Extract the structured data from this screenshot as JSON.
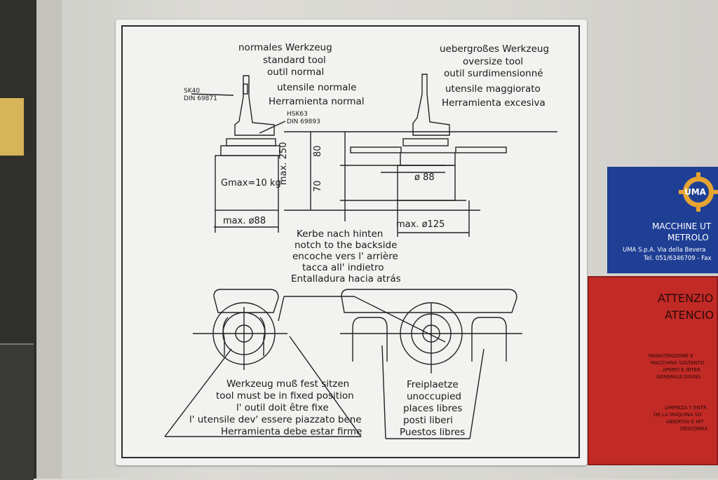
{
  "plate": {
    "standard_tool": [
      "normales Werkzeug",
      "standard tool",
      "outil normal",
      "utensile normale",
      "Herramienta normal"
    ],
    "oversize_tool": [
      "uebergroßes Werkzeug",
      "oversize tool",
      "outil surdimensionné",
      "utensile maggiorato",
      "Herramienta excesiva"
    ],
    "sk40": [
      "SK40",
      "DIN 69871"
    ],
    "hsk63": [
      "HSK63",
      "DIN 69893"
    ],
    "gmax": "Gmax=10 kg",
    "max250": "max. 250",
    "dim80": "80",
    "dim70": "70",
    "d88": "ø 88",
    "max_d88": "max. ø88",
    "max_d125": "max. ø125",
    "notch": [
      "Kerbe nach hinten",
      "notch to the backside",
      "encoche vers l' arrière",
      "tacca all' indietro",
      "Entalladura hacia atrás"
    ],
    "fixed": [
      "Werkzeug muß fest sitzen",
      "tool must be in fixed position",
      "l' outil doit être fixe",
      "l' utensile dev' essere piazzato bene",
      "Herramienta debe estar firme"
    ],
    "free": [
      "Freiplaetze",
      "unoccupied",
      "places libres",
      "posti liberi",
      "Puestos libres"
    ]
  },
  "blue_label": {
    "brand": "UMA",
    "line1": "MACCHINE UT",
    "line2": "METROLO",
    "line3": "UMA S.p.A. Via della Bevera",
    "line4": "Tel. 051/6346709 - Fax"
  },
  "red_label": {
    "heading1": "ATTENZIO",
    "heading2": "ATENCIO",
    "body": [
      "MANUTENZIONE E",
      "MACCHINA SOLTANTO",
      "APERTI E INTER",
      "GENERALE DISINS",
      "",
      "LIMPIEZA Y ENTR",
      "DE LA MAQUINA SO",
      "ABIERTAS E INT",
      "DESCONEX"
    ]
  }
}
